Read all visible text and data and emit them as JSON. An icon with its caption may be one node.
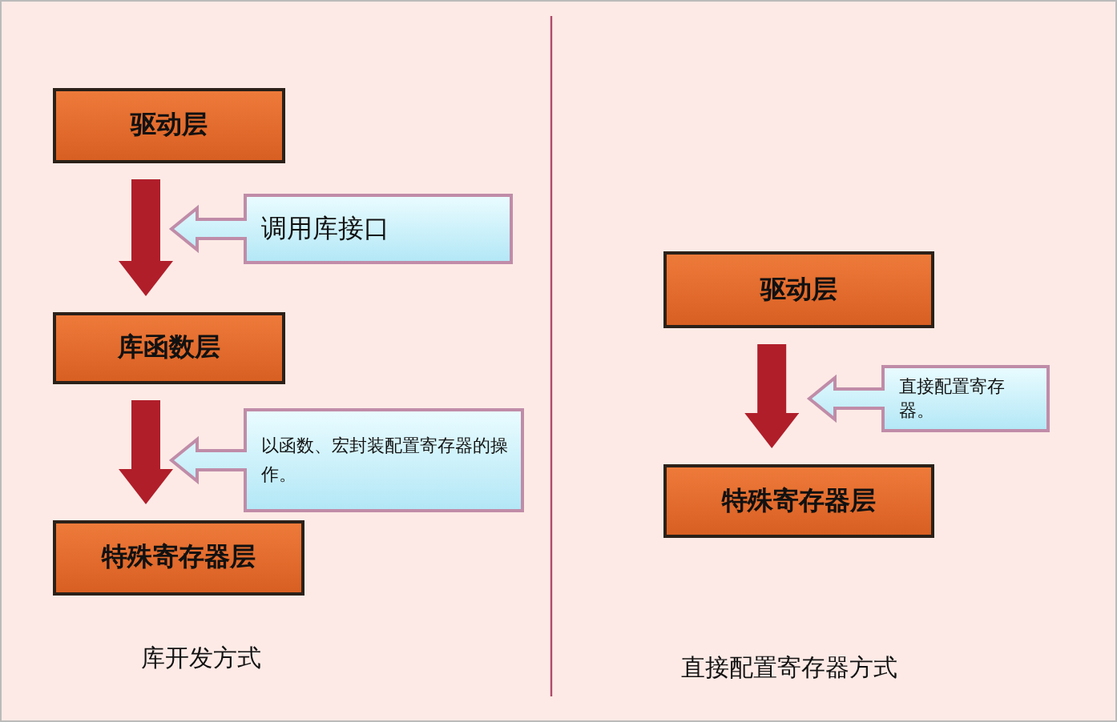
{
  "diagram": {
    "nodes": [
      {
        "text": [
          "驱动层"
        ]
      },
      {
        "text": [
          "调用库接口"
        ]
      },
      {
        "text": [
          "库函数层"
        ]
      },
      {
        "text": [
          "以函数、宏封装配置寄存器的操作。"
        ]
      },
      {
        "text": [
          "特殊寄存器层"
        ]
      },
      {
        "text": [
          "驱动层"
        ]
      },
      {
        "text": [
          "直接配置寄存器。"
        ]
      },
      {
        "text": [
          "特殊寄存器层"
        ]
      }
    ],
    "edges": [
      {
        "from": 0,
        "to": 2,
        "arrow": "to"
      },
      {
        "from": 2,
        "to": 4,
        "arrow": "to"
      },
      {
        "from": 5,
        "to": 7,
        "arrow": "to"
      }
    ],
    "labels": [
      "库开发方式",
      "直接配置寄存器方式"
    ]
  }
}
